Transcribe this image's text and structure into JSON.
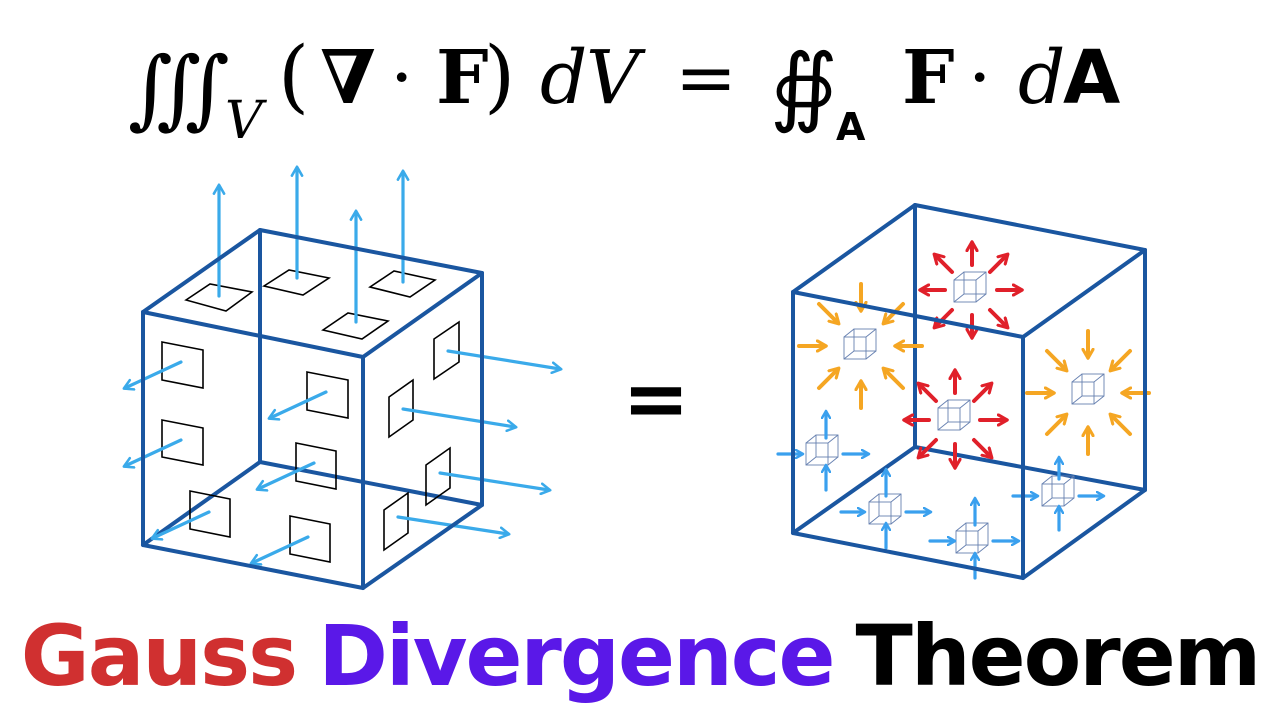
{
  "formula": {
    "lhs_integral": "∭",
    "lhs_subscript": "V",
    "lhs_open_paren": "(",
    "nabla": "∇",
    "dot1": "·",
    "field_F1": "F",
    "lhs_close_paren": ")",
    "lhs_d": "d",
    "lhs_V": "V",
    "equals": "=",
    "rhs_integral": "∯",
    "rhs_subscript": "A",
    "field_F2": "F",
    "dot2": "·",
    "rhs_d": "d",
    "rhs_A": "A"
  },
  "middle_equals": "=",
  "title": {
    "word1": "Gauss",
    "word2": "Divergence",
    "word3": "Theorem",
    "color1": "#d03030",
    "color2": "#5a18e8",
    "color3": "#000000"
  },
  "colors": {
    "cube_edge": "#1a56a0",
    "flux_arrow": "#3aaaea",
    "source_arrow": "#e0202a",
    "sink_arrow": "#f5a623",
    "neutral_arrow": "#3aa0ee",
    "patch": "#000000",
    "mini_cube": "#6680b0"
  },
  "diagrams": {
    "left": "Surface flux: arrows normal to surface patches on a cube",
    "right": "Volume divergence: sources (red, outward), sinks (orange, inward), and neutral (blue, through) small cubes inside a cube"
  }
}
